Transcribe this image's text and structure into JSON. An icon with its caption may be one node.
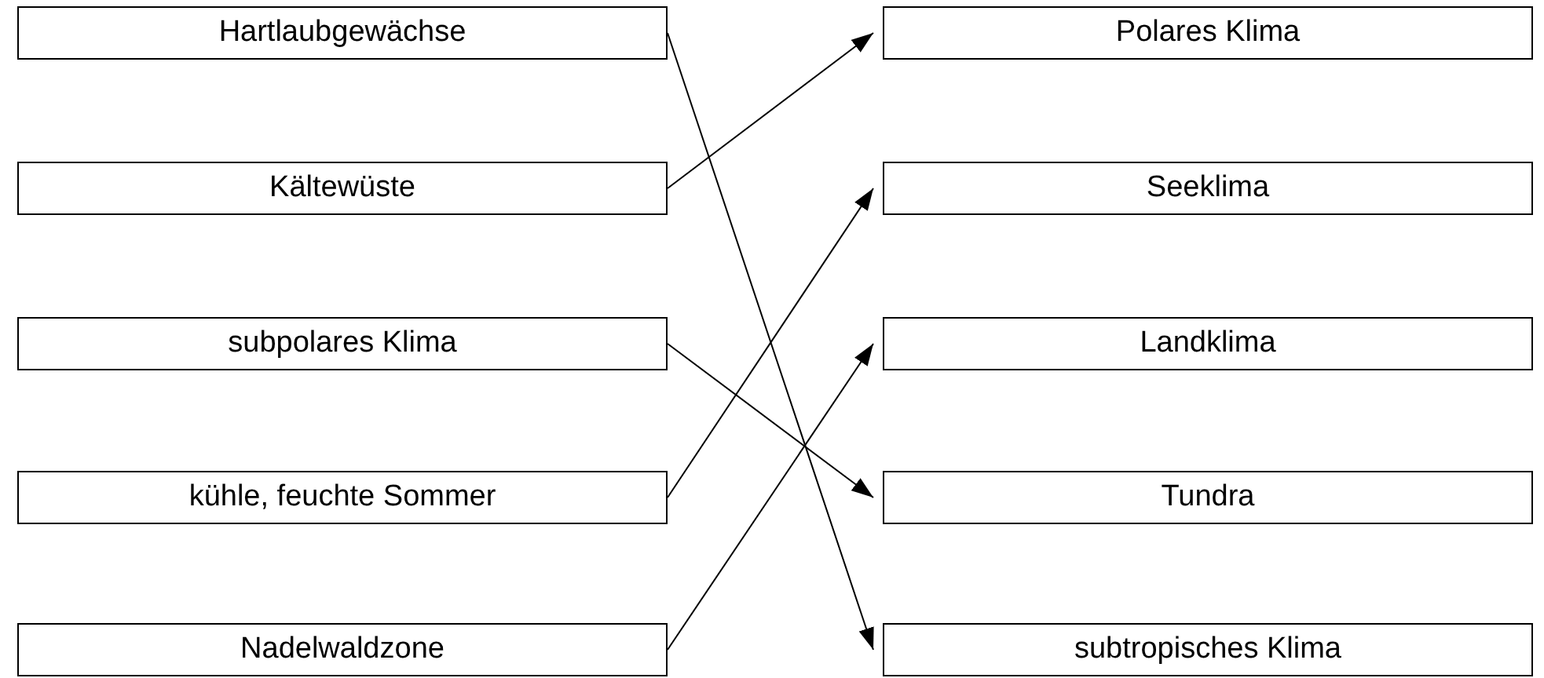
{
  "diagram": {
    "nodes": [
      {
        "text": [
          "Hartlaubgewächse"
        ]
      },
      {
        "text": [
          "Kältewüste"
        ]
      },
      {
        "text": [
          "subpolares Klima"
        ]
      },
      {
        "text": [
          "kühle, feuchte Sommer"
        ]
      },
      {
        "text": [
          "Nadelwaldzone"
        ]
      },
      {
        "text": [
          "Polares Klima"
        ]
      },
      {
        "text": [
          "Seeklima"
        ]
      },
      {
        "text": [
          "Landklima"
        ]
      },
      {
        "text": [
          "Tundra"
        ]
      },
      {
        "text": [
          "subtropisches Klima"
        ]
      }
    ],
    "edges": [
      {
        "from": 0,
        "to": 9,
        "arrow": "to"
      },
      {
        "from": 1,
        "to": 5,
        "arrow": "to"
      },
      {
        "from": 2,
        "to": 8,
        "arrow": "to"
      },
      {
        "from": 3,
        "to": 6,
        "arrow": "to"
      },
      {
        "from": 4,
        "to": 7,
        "arrow": "to"
      }
    ]
  }
}
